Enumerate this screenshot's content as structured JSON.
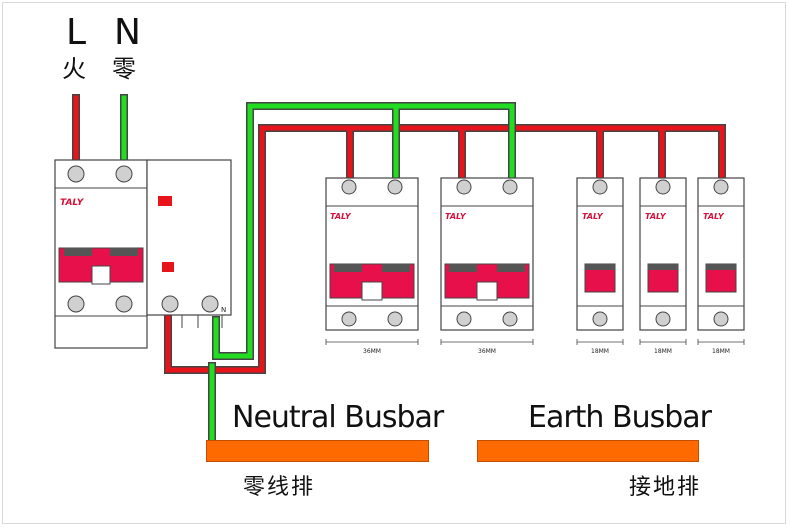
{
  "supply": {
    "line_letter": "L",
    "line_cn": "火",
    "neutral_letter": "N",
    "neutral_cn": "零"
  },
  "brand": "TALY",
  "rcd": {
    "neutral_terminal_label": "N"
  },
  "breakers": [
    {
      "brand": "TALY",
      "width_label": "36MM",
      "poles": 2
    },
    {
      "brand": "TALY",
      "width_label": "36MM",
      "poles": 2
    },
    {
      "brand": "TALY",
      "width_label": "18MM",
      "poles": 1
    },
    {
      "brand": "TALY",
      "width_label": "18MM",
      "poles": 1
    },
    {
      "brand": "TALY",
      "width_label": "18MM",
      "poles": 1
    }
  ],
  "neutral_busbar": {
    "title": "Neutral Busbar",
    "cn": "零线排"
  },
  "earth_busbar": {
    "title": "Earth Busbar",
    "cn": "接地排"
  },
  "colors": {
    "live_wire": "#e8141c",
    "neutral_wire": "#22dd22",
    "wire_outline": "#444444",
    "toggle": "#e8104a",
    "busbar": "#ff6a00"
  }
}
